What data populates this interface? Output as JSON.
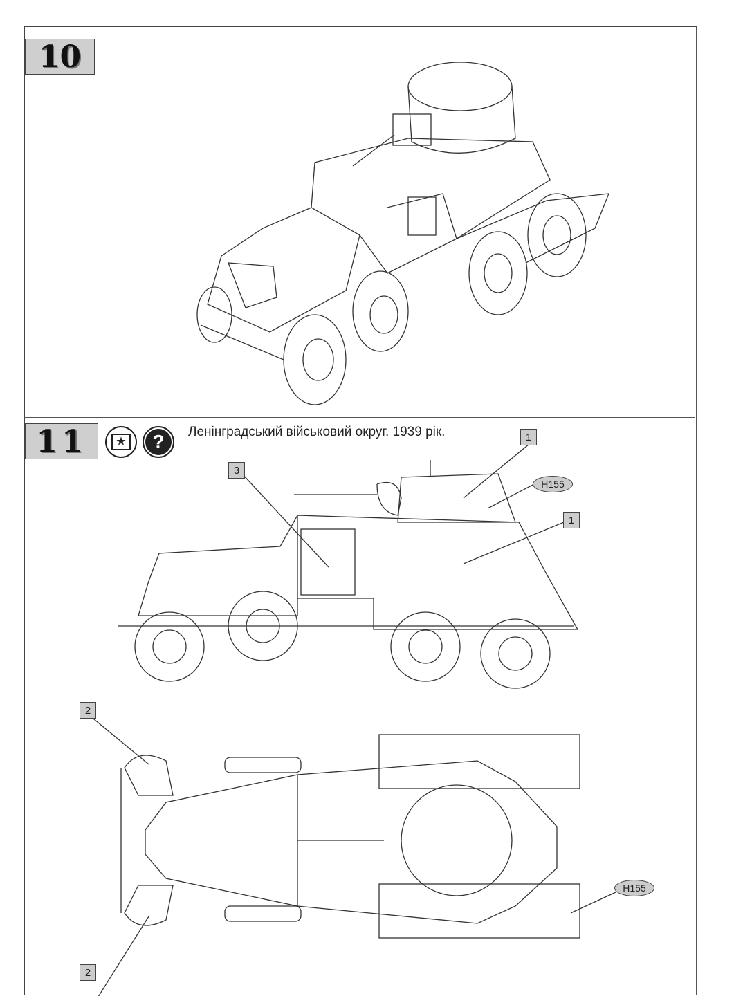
{
  "steps": {
    "step10": {
      "number": "10"
    },
    "step11": {
      "number": "11",
      "icons": [
        "flag-star-icon",
        "question-icon"
      ],
      "icon_glyphs": {
        "flag": "★",
        "question": "?"
      },
      "caption": "Ленінградський військовий округ. 1939 рік.",
      "callouts": {
        "turret_part": "1",
        "hull_side_part": "1",
        "door_part": "3",
        "fender_top": "2",
        "fender_bottom": "2",
        "paint_side": "H155",
        "paint_top": "H155"
      }
    }
  }
}
